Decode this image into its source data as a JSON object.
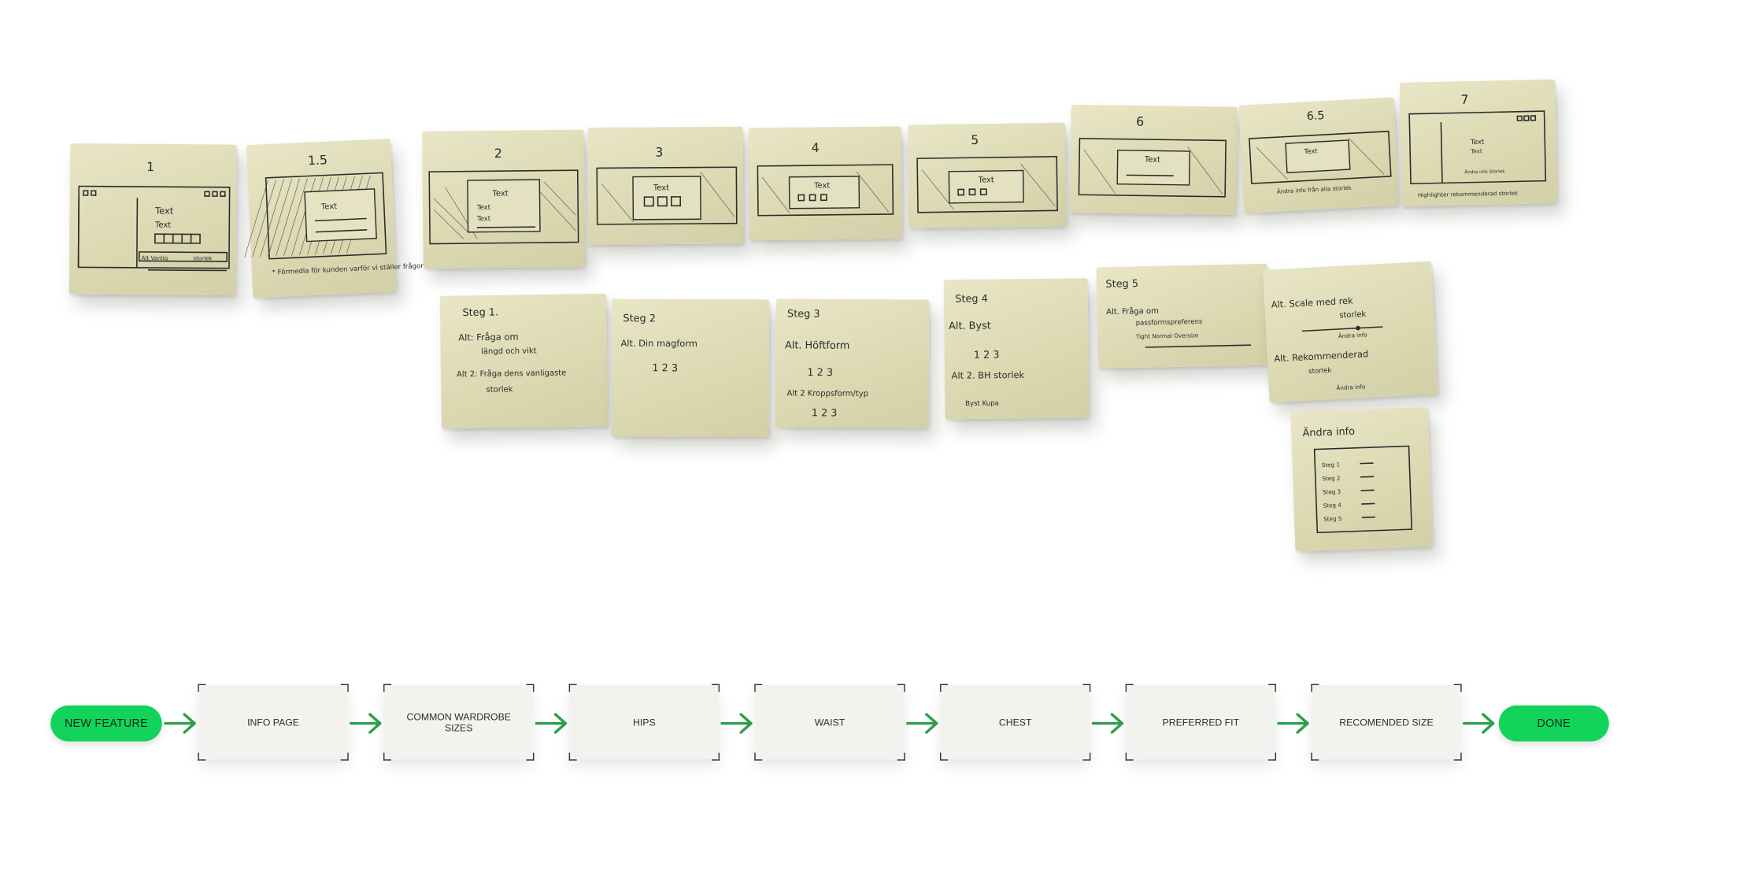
{
  "sketch_notes": {
    "row1": [
      {
        "label": "1",
        "t1": "Text",
        "t2": "Text",
        "t3": "Alt Vanlig",
        "t4": "storlek"
      },
      {
        "label": "1.5",
        "t1": "Text",
        "note": "* Förmedla för kunden varför vi ställer frågor"
      },
      {
        "label": "2",
        "t1": "Text",
        "t2": "Text",
        "t3": "Text"
      },
      {
        "label": "3",
        "t1": "Text"
      },
      {
        "label": "4",
        "t1": "Text"
      },
      {
        "label": "5",
        "t1": "Text"
      },
      {
        "label": "6",
        "t1": "Text"
      },
      {
        "label": "6.5",
        "t1": "Text",
        "note": "Ändra info från alla storlek"
      },
      {
        "label": "7",
        "t1": "Text",
        "t2": "Text",
        "t3": "Ändra info  Storlek",
        "note": "Highlighter rekommenderad storlek"
      }
    ],
    "row2": [
      {
        "title": "Steg 1.",
        "lines": [
          "Alt: Fråga om",
          "längd och vikt",
          "Alt 2: Fråga dens vanligaste",
          "storlek"
        ]
      },
      {
        "title": "Steg 2",
        "lines": [
          "Alt. Din magform",
          "1   2   3"
        ]
      },
      {
        "title": "Steg 3",
        "lines": [
          "Alt. Höftform",
          "1   2   3",
          "Alt 2 Kroppsform/typ",
          "1   2   3"
        ]
      },
      {
        "title": "Steg 4",
        "lines": [
          "Alt. Byst",
          "1   2   3",
          "Alt 2. BH storlek",
          "Byst     Kupa"
        ]
      },
      {
        "title": "Steg 5",
        "lines": [
          "Alt. Fråga om",
          "passformspreferens",
          "Tight   Normal   Oversize"
        ]
      },
      {
        "title": "",
        "lines": [
          "Alt. Scale med rek",
          "storlek",
          "Ändra info",
          "Alt. Rekommenderad",
          "storlek",
          "Ändra info"
        ]
      },
      {
        "title": "Ändra info",
        "lines": [
          "Steg 1",
          "Steg 2",
          "Steg 3",
          "Steg 4",
          "Steg 5"
        ]
      }
    ]
  },
  "flow": {
    "start": "NEW FEATURE",
    "steps": [
      "INFO PAGE",
      "COMMON WARDROBE SIZES",
      "HIPS",
      "WAIST",
      "CHEST",
      "PREFERRED FIT",
      "RECOMENDED SIZE"
    ],
    "end": "DONE",
    "colors": {
      "pill": "#12d45b",
      "arrow": "#2e9e4c",
      "step_bg": "#f2f2ef"
    }
  }
}
